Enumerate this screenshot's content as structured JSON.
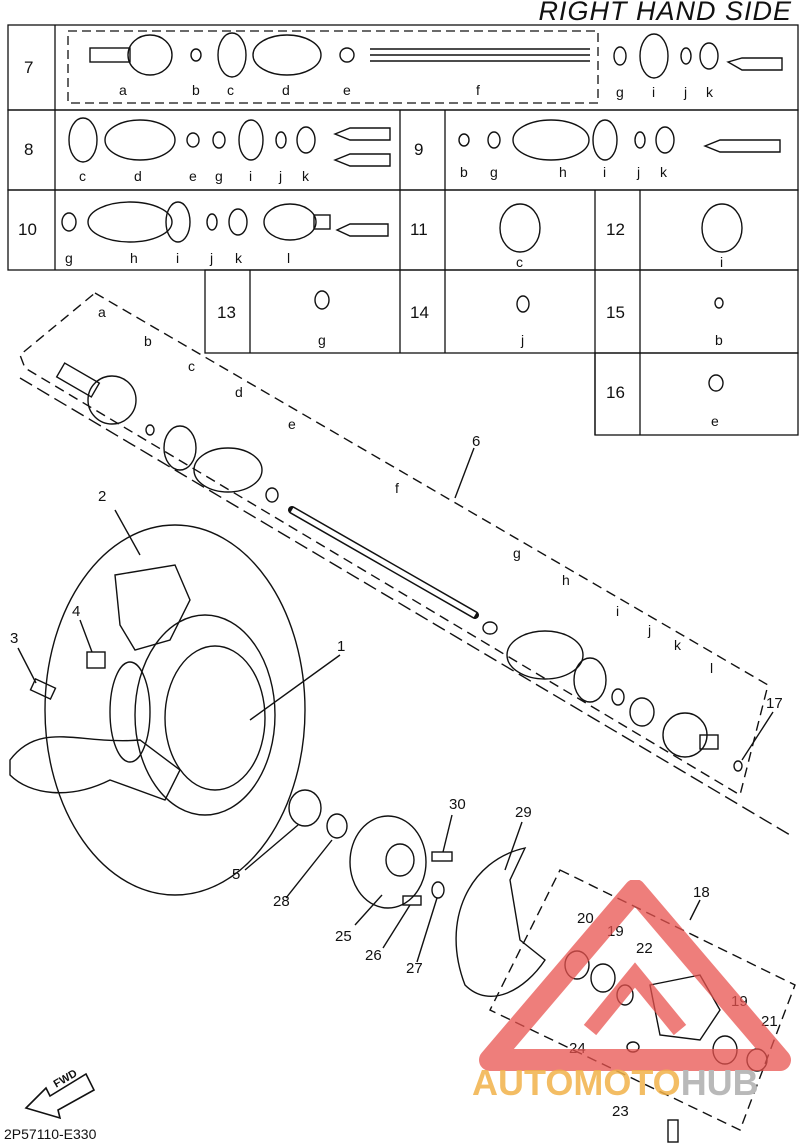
{
  "header": {
    "title": "RIGHT HAND SIDE"
  },
  "table": {
    "groups": [
      {
        "num": "7",
        "labels": [
          "a",
          "b",
          "c",
          "d",
          "e",
          "f",
          "g",
          "i",
          "j",
          "k"
        ]
      },
      {
        "num": "8",
        "labels": [
          "c",
          "d",
          "e",
          "g",
          "i",
          "j",
          "k"
        ]
      },
      {
        "num": "9",
        "labels": [
          "b",
          "g",
          "h",
          "i",
          "j",
          "k"
        ]
      },
      {
        "num": "10",
        "labels": [
          "g",
          "h",
          "i",
          "j",
          "k",
          "l"
        ]
      },
      {
        "num": "11",
        "labels": [
          "c"
        ]
      },
      {
        "num": "12",
        "labels": [
          "i"
        ]
      },
      {
        "num": "13",
        "labels": [
          "g"
        ]
      },
      {
        "num": "14",
        "labels": [
          "j"
        ]
      },
      {
        "num": "15",
        "labels": [
          "b"
        ]
      },
      {
        "num": "16",
        "labels": [
          "e"
        ]
      }
    ]
  },
  "assembly": {
    "letters": [
      "a",
      "b",
      "c",
      "d",
      "e",
      "f",
      "g",
      "h",
      "i",
      "j",
      "k",
      "l"
    ],
    "numbers": [
      "1",
      "2",
      "3",
      "4",
      "5",
      "6",
      "17",
      "18",
      "19",
      "19",
      "20",
      "21",
      "22",
      "23",
      "24",
      "25",
      "26",
      "27",
      "28",
      "29",
      "30"
    ]
  },
  "fwd_label": "FWD",
  "diagram_code": "2P57110-E330",
  "watermark": {
    "text_a": "AUTO",
    "text_b": "MOTO",
    "text_c": "HUB"
  },
  "colors": {
    "line": "#111111",
    "watermark_red": "#e8534f",
    "watermark_orange": "#f2b24a",
    "watermark_gray": "#b9b9b9"
  }
}
